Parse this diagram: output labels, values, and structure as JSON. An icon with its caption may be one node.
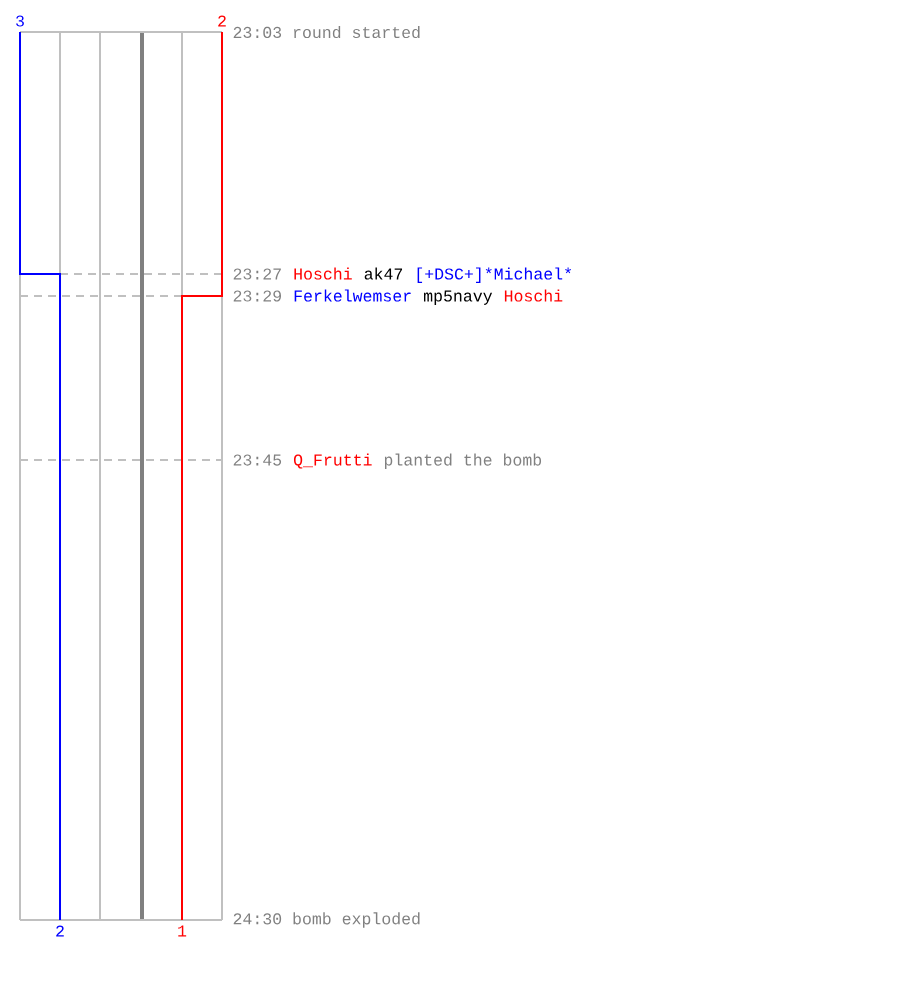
{
  "diagram": {
    "labels": [
      "3",
      "2",
      "23:03 round started",
      "23:27",
      "Hoschi",
      "ak47",
      "[+DSC+]*Michael*",
      "23:29",
      "Ferkelwemser",
      "mp5navy",
      "Hoschi",
      "23:45",
      "Q_Frutti",
      "planted the bomb",
      "24:30 bomb exploded",
      "2",
      "1"
    ]
  }
}
